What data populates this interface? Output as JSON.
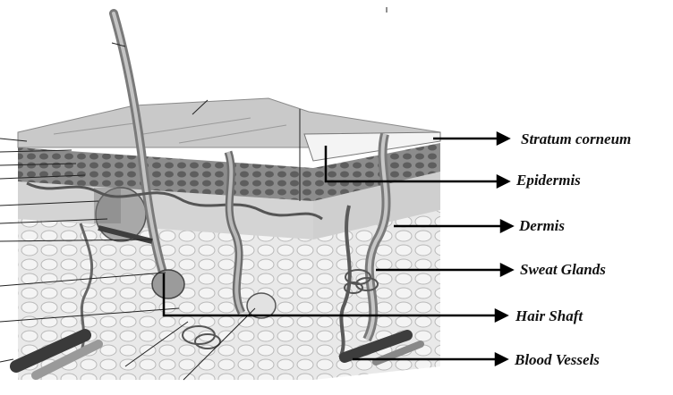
{
  "diagram": {
    "labels": [
      {
        "id": "stratum-corneum",
        "text": "Stratum corneum"
      },
      {
        "id": "epidermis",
        "text": "Epidermis"
      },
      {
        "id": "dermis",
        "text": "Dermis"
      },
      {
        "id": "sweat-glands",
        "text": "Sweat Glands"
      },
      {
        "id": "hair-shaft",
        "text": "Hair Shaft"
      },
      {
        "id": "blood-vessels",
        "text": "Blood Vessels"
      }
    ]
  }
}
